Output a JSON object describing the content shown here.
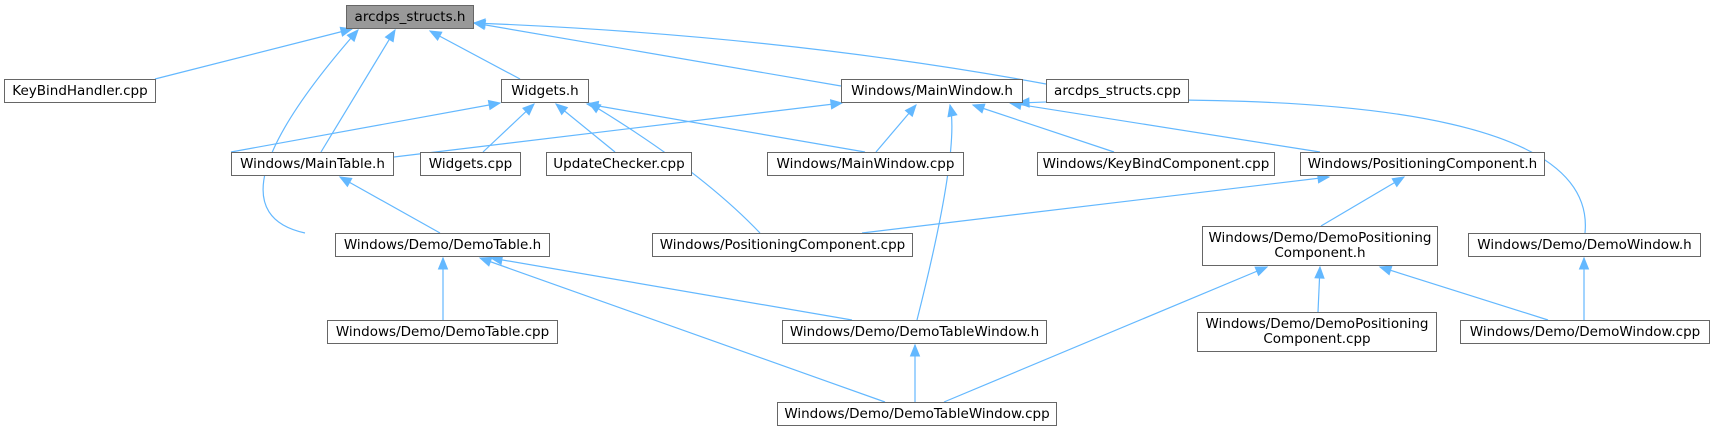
{
  "colors": {
    "edge": "#63b8ff",
    "node_border": "#666666",
    "root_fill": "#999999",
    "node_fill": "#ffffff"
  },
  "nodes": [
    {
      "id": "arcdps_structs_h",
      "label": "arcdps_structs.h",
      "root": true
    },
    {
      "id": "keybindhandler_cpp",
      "label": "KeyBindHandler.cpp"
    },
    {
      "id": "widgets_h",
      "label": "Widgets.h"
    },
    {
      "id": "mainwindow_h",
      "label": "Windows/MainWindow.h"
    },
    {
      "id": "arcdps_structs_cpp",
      "label": "arcdps_structs.cpp"
    },
    {
      "id": "maintable_h",
      "label": "Windows/MainTable.h"
    },
    {
      "id": "widgets_cpp",
      "label": "Widgets.cpp"
    },
    {
      "id": "updatechecker_cpp",
      "label": "UpdateChecker.cpp"
    },
    {
      "id": "mainwindow_cpp",
      "label": "Windows/MainWindow.cpp"
    },
    {
      "id": "keybindcomp_cpp",
      "label": "Windows/KeyBindComponent.cpp"
    },
    {
      "id": "positioning_h",
      "label": "Windows/PositioningComponent.h"
    },
    {
      "id": "demotable_h",
      "label": "Windows/Demo/DemoTable.h"
    },
    {
      "id": "positioning_cpp",
      "label": "Windows/PositioningComponent.cpp"
    },
    {
      "id": "demopositioning_h",
      "label": "Windows/Demo/DemoPositioning\nComponent.h"
    },
    {
      "id": "demowindow_h",
      "label": "Windows/Demo/DemoWindow.h"
    },
    {
      "id": "demotable_cpp",
      "label": "Windows/Demo/DemoTable.cpp"
    },
    {
      "id": "demotablewindow_h",
      "label": "Windows/Demo/DemoTableWindow.h"
    },
    {
      "id": "demopositioning_cpp",
      "label": "Windows/Demo/DemoPositioning\nComponent.cpp"
    },
    {
      "id": "demowindow_cpp",
      "label": "Windows/Demo/DemoWindow.cpp"
    },
    {
      "id": "demotablewindow_cpp",
      "label": "Windows/Demo/DemoTableWindow.cpp"
    }
  ],
  "edges": [
    {
      "from": "keybindhandler_cpp",
      "to": "arcdps_structs_h"
    },
    {
      "from": "maintable_h",
      "to": "arcdps_structs_h"
    },
    {
      "from": "demotable_h",
      "to": "arcdps_structs_h"
    },
    {
      "from": "widgets_h",
      "to": "arcdps_structs_h"
    },
    {
      "from": "mainwindow_h",
      "to": "arcdps_structs_h"
    },
    {
      "from": "arcdps_structs_cpp",
      "to": "arcdps_structs_h"
    },
    {
      "from": "maintable_h",
      "to": "widgets_h"
    },
    {
      "from": "widgets_cpp",
      "to": "widgets_h"
    },
    {
      "from": "updatechecker_cpp",
      "to": "widgets_h"
    },
    {
      "from": "mainwindow_cpp",
      "to": "widgets_h"
    },
    {
      "from": "positioning_cpp",
      "to": "widgets_h"
    },
    {
      "from": "maintable_h",
      "to": "mainwindow_h"
    },
    {
      "from": "mainwindow_cpp",
      "to": "mainwindow_h"
    },
    {
      "from": "demotablewindow_h",
      "to": "mainwindow_h"
    },
    {
      "from": "keybindcomp_cpp",
      "to": "mainwindow_h"
    },
    {
      "from": "positioning_h",
      "to": "mainwindow_h"
    },
    {
      "from": "demowindow_h",
      "to": "mainwindow_h"
    },
    {
      "from": "demotable_h",
      "to": "maintable_h"
    },
    {
      "from": "positioning_cpp",
      "to": "positioning_h"
    },
    {
      "from": "demopositioning_h",
      "to": "positioning_h"
    },
    {
      "from": "demotable_cpp",
      "to": "demotable_h"
    },
    {
      "from": "demotablewindow_h",
      "to": "demotable_h"
    },
    {
      "from": "demotablewindow_cpp",
      "to": "demotable_h"
    },
    {
      "from": "demotablewindow_cpp",
      "to": "demotablewindow_h"
    },
    {
      "from": "demotablewindow_cpp",
      "to": "demopositioning_h"
    },
    {
      "from": "demopositioning_cpp",
      "to": "demopositioning_h"
    },
    {
      "from": "demowindow_cpp",
      "to": "demopositioning_h"
    },
    {
      "from": "demowindow_cpp",
      "to": "demowindow_h"
    }
  ]
}
